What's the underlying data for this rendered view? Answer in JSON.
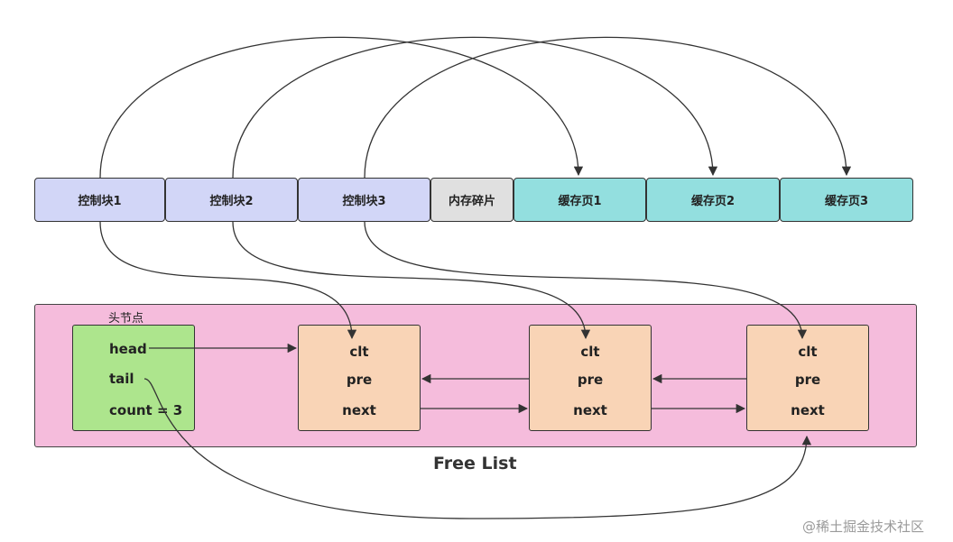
{
  "memory_row": {
    "cells": [
      {
        "label": "控制块1",
        "kind": "ctrl"
      },
      {
        "label": "控制块2",
        "kind": "ctrl"
      },
      {
        "label": "控制块3",
        "kind": "ctrl"
      },
      {
        "label": "内存碎片",
        "kind": "frag"
      },
      {
        "label": "缓存页1",
        "kind": "cache"
      },
      {
        "label": "缓存页2",
        "kind": "cache"
      },
      {
        "label": "缓存页3",
        "kind": "cache"
      }
    ]
  },
  "free_list": {
    "title": "Free List",
    "head_node": {
      "label": "头节点",
      "fields": [
        "head",
        "tail",
        "count = 3"
      ]
    },
    "nodes": [
      {
        "fields": [
          "clt",
          "pre",
          "next"
        ]
      },
      {
        "fields": [
          "clt",
          "pre",
          "next"
        ]
      },
      {
        "fields": [
          "clt",
          "pre",
          "next"
        ]
      }
    ]
  },
  "colors": {
    "control_block": "#d2d6f7",
    "fragment": "#e0e0e0",
    "cache_page": "#93dfdf",
    "free_list_area": "#f5bcdc",
    "head_node": "#ade58d",
    "list_node": "#f9d4b6"
  },
  "watermark": "@稀土掘金技术社区"
}
